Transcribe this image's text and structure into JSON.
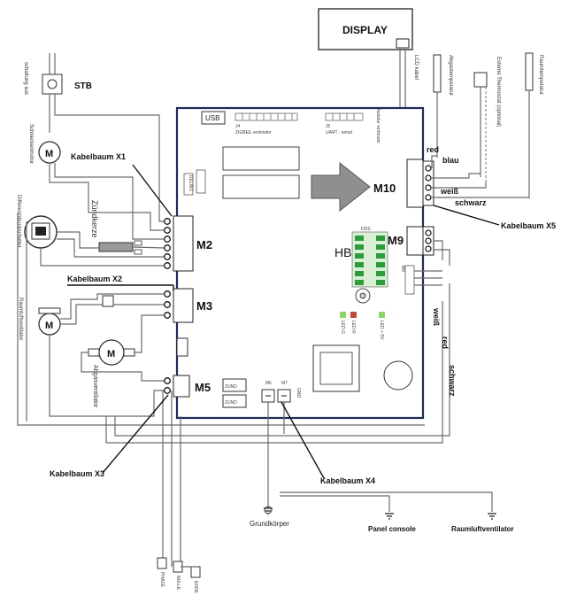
{
  "display": {
    "title": "DISPLAY",
    "lcd_cable": "LCD kabel"
  },
  "board": {
    "name": "HB02",
    "usb": "USB",
    "j4": "J4",
    "zigbee": "ZIGBEE verbinder",
    "j5": "J5",
    "uart": "UART - serial",
    "keyboard_conn": "Tastatur verbinder",
    "dds": "DDS",
    "m6": "M6",
    "m8": "M8",
    "m7": "M7",
    "gnd": "GND",
    "relais": "RELAIS",
    "led_r": "LED R",
    "led_g": "LED G",
    "led_5v": "LED + 5V",
    "zuend_1": "ZUND",
    "zuend_2": "ZUND"
  },
  "connectors": {
    "m2": "M2",
    "m3": "M3",
    "m5": "M5",
    "m9": "M9",
    "m10": "M10"
  },
  "harnesses": {
    "x1": "Kabelbaum X1",
    "x2": "Kabelbaum X2",
    "x3": "Kabelbaum X3",
    "x4": "Kabelbaum X4",
    "x5": "Kabelbaum X5"
  },
  "components": {
    "stb": "STB",
    "stb_sub": "schaltung aus",
    "motor_letter": "M",
    "feed_motor": "Schneckenmotor",
    "pressure_switch": "Differenzdruckschalter",
    "igniter": "Zündkerze",
    "room_fan": "Raumluftventilator",
    "exhaust_fan": "Abgasventilator",
    "exhaust_sensor": "Abgastemperatur",
    "ext_thermostat": "Externe Thermostat (optional)",
    "room_temp": "Raumtemperatur",
    "ground_body": "Grundkörper",
    "panel_console": "Panel console",
    "room_air_fan": "Raumluftventilator"
  },
  "wire_colors": {
    "red": "red",
    "blau": "blau",
    "weiss": "weiß",
    "schwarz": "schwarz"
  },
  "mains": {
    "phase": "PHASE",
    "nulle": "NULLE",
    "erde": "ERDE"
  }
}
